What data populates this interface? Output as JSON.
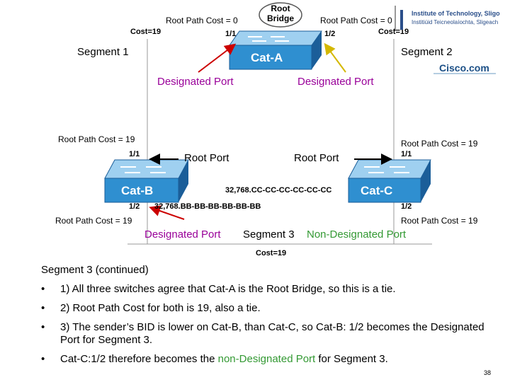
{
  "diagram": {
    "root_bridge_label": "Root Bridge",
    "root_path_cost_left_top": "Root Path Cost = 0",
    "root_path_cost_right_top": "Root Path Cost = 0",
    "cost_left_top": "Cost=19",
    "cost_right_top": "Cost=19",
    "cost_bottom": "Cost=19",
    "cat_a": {
      "name": "Cat-A",
      "port_left": "1/1",
      "port_right": "1/2"
    },
    "cat_b": {
      "name": "Cat-B",
      "port_top": "1/1",
      "port_bottom": "1/2",
      "rpc_top": "Root Path Cost = 19",
      "rpc_bottom": "Root Path Cost = 19",
      "bid": "32,768.BB-BB-BB-BB-BB-BB"
    },
    "cat_c": {
      "name": "Cat-C",
      "port_top": "1/1",
      "port_bottom": "1/2",
      "rpc_top": "Root Path Cost = 19",
      "rpc_bottom": "Root Path Cost = 19",
      "bid": "32,768.CC-CC-CC-CC-CC-CC"
    },
    "segment1": "Segment 1",
    "segment2": "Segment 2",
    "segment3": "Segment 3",
    "designated_port_left": "Designated Port",
    "designated_port_right": "Designated Port",
    "designated_port_bottom": "Designated Port",
    "non_designated_port": "Non-Designated Port",
    "root_port_left": "Root Port",
    "root_port_right": "Root Port"
  },
  "logos": {
    "institute_line1": "Institute of Technology, Sligo",
    "institute_line2": "Institiúid Teicneolaíochta, Sligeach",
    "cisco": "Cisco.com"
  },
  "notes": {
    "heading": "Segment 3 (continued)",
    "bullets": [
      {
        "text": "1) All three switches agree that Cat-A is the Root Bridge, so this is a tie."
      },
      {
        "text": "2) Root Path Cost for both is 19, also a tie."
      },
      {
        "text": "3) The sender’s BID is lower on Cat-B, than Cat-C, so Cat-B: 1/2 becomes the Designated Port for Segment 3."
      },
      {
        "pre": "Cat-C:1/2 therefore becomes the ",
        "highlight": "non-Designated Port",
        "post": " for Segment 3."
      }
    ],
    "bullet_char": "•"
  },
  "page_number": "38",
  "colors": {
    "switch_fill": "#2f8fd0",
    "switch_dark": "#1b5e99",
    "switch_light": "#9fd0f0",
    "designated": "#990099",
    "non_designated": "#339933",
    "arrow_red": "#cc0000"
  }
}
